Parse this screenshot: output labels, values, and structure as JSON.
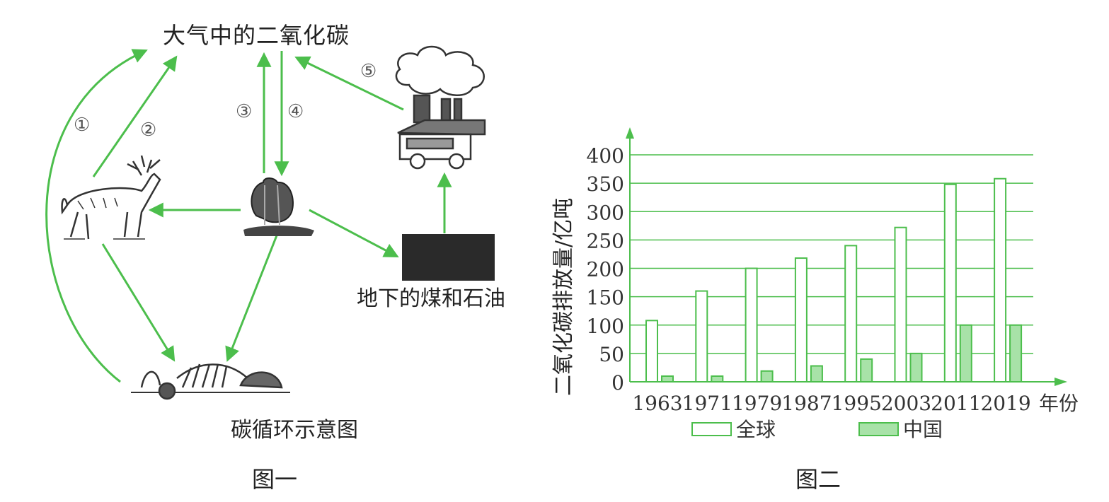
{
  "figure1": {
    "title": "图一",
    "caption": "碳循环示意图",
    "atmosphere_label": "大气中的二氧化碳",
    "fossil_label": "地下的煤和石油",
    "process_numbers": [
      "①",
      "②",
      "③",
      "④",
      "⑤"
    ],
    "icons": [
      "deer-icon",
      "plant-icon",
      "factory-icon",
      "coal-block-icon",
      "remains-icon"
    ],
    "arrow_color": "#4cbe4c"
  },
  "figure2": {
    "title": "图二",
    "chart_data": {
      "type": "bar",
      "categories": [
        "1963",
        "1971",
        "1979",
        "1987",
        "1995",
        "2003",
        "2011",
        "2019"
      ],
      "xlabel": "年份",
      "ylabel": "二氧化碳排放量/亿吨",
      "ylim": [
        0,
        400
      ],
      "yticks": [
        0,
        50,
        100,
        150,
        200,
        250,
        300,
        350,
        400
      ],
      "grid": true,
      "legend_position": "bottom",
      "series": [
        {
          "name": "全球",
          "values": [
            108,
            160,
            200,
            218,
            240,
            272,
            348,
            358
          ],
          "fill": "#ffffff",
          "stroke": "#4cbe4c"
        },
        {
          "name": "中国",
          "values": [
            10,
            10,
            19,
            28,
            40,
            50,
            100,
            100
          ],
          "fill": "#a8e2a8",
          "stroke": "#4cbe4c"
        }
      ]
    }
  }
}
